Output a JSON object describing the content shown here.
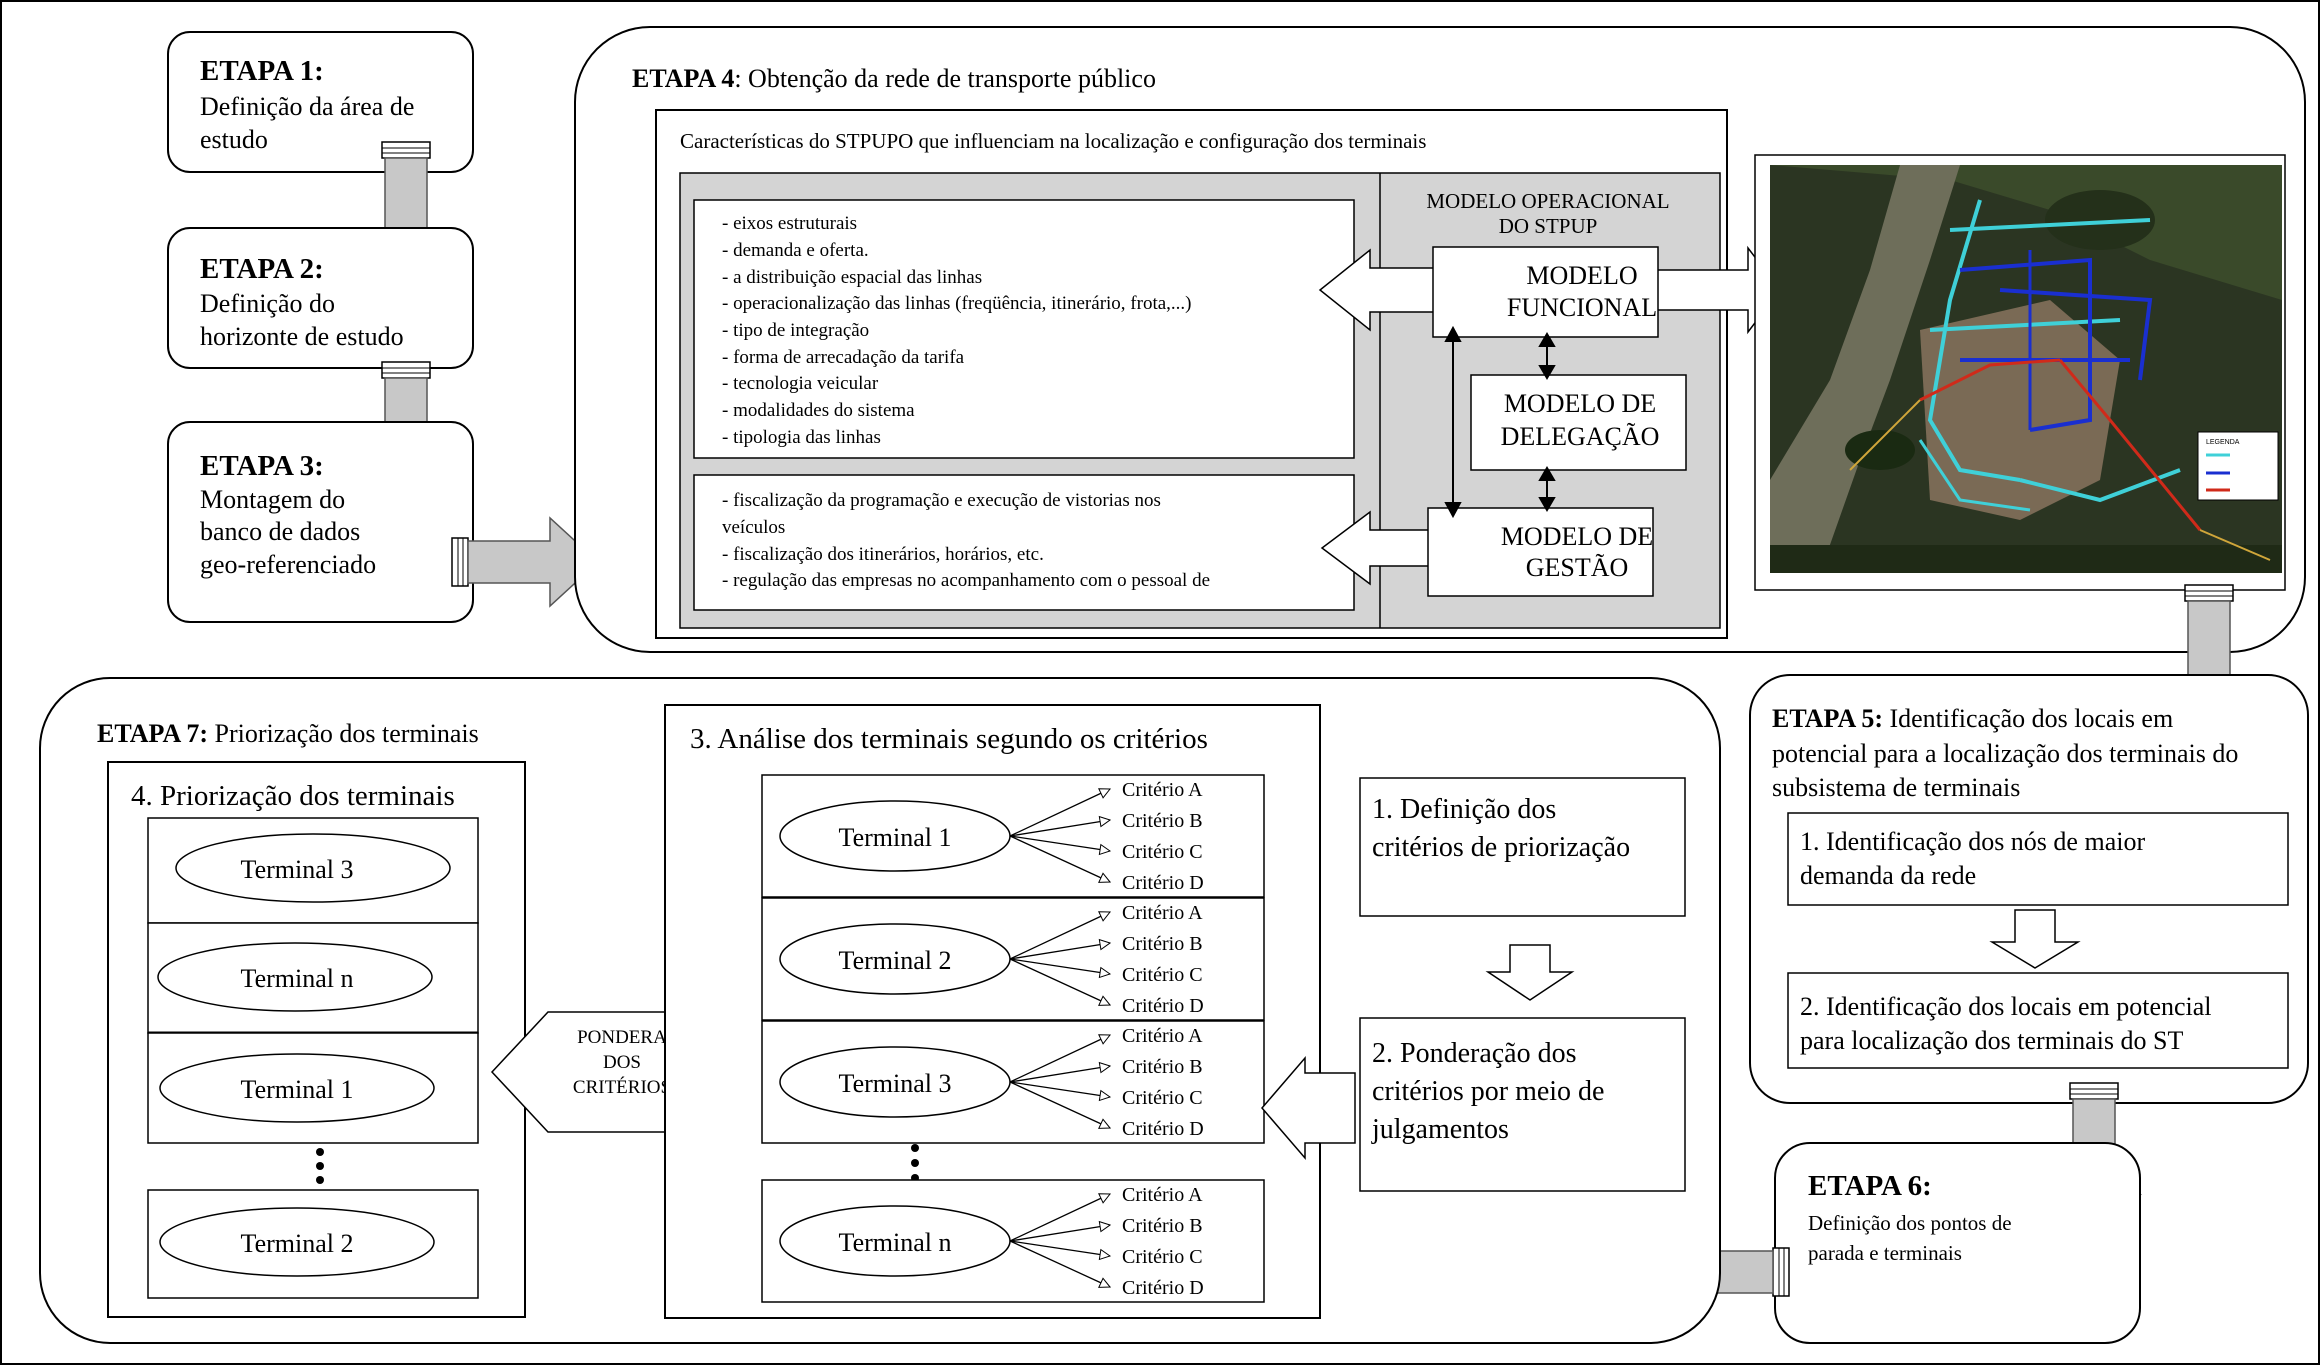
{
  "etapa1": {
    "title": "ETAPA 1:",
    "lines": [
      "Definição da área de",
      "estudo"
    ]
  },
  "etapa2": {
    "title": "ETAPA 2:",
    "lines": [
      "Definição do",
      "horizonte de estudo"
    ]
  },
  "etapa3": {
    "title": "ETAPA 3:",
    "lines": [
      "Montagem do",
      "banco de dados",
      "geo-referenciado"
    ]
  },
  "etapa4": {
    "title": "ETAPA 4",
    "subtitle": ": Obtenção da rede de transporte público",
    "inner_title": "Características do STPUPO que influenciam na localização e configuração dos terminais",
    "list1": [
      "- eixos estruturais",
      "- demanda e oferta.",
      "- a distribuição espacial das linhas",
      "- operacionalização das linhas (freqüência, itinerário, frota,...)",
      "- tipo de integração",
      "- forma de arrecadação da tarifa",
      "- tecnologia veicular",
      "- modalidades do sistema",
      "- tipologia das linhas"
    ],
    "list2": [
      "- fiscalização da programação e execução de vistorias nos",
      "veículos",
      "- fiscalização dos itinerários, horários, etc.",
      "- regulação das empresas no acompanhamento com o pessoal de"
    ],
    "modelo_title": [
      "MODELO OPERACIONAL",
      "DO STPUP"
    ],
    "funcional": [
      "MODELO",
      "FUNCIONAL"
    ],
    "delegacao": [
      "MODELO DE",
      "DELEGAÇÃO"
    ],
    "gestao": [
      "MODELO DE",
      "GESTÃO"
    ]
  },
  "map": {
    "legend_title": "LEGENDA",
    "legend_items": [
      "",
      "",
      ""
    ],
    "map_colors": [
      "#3fd0d8",
      "#1a2fd0",
      "#d02a1a",
      "#d0a63a"
    ]
  },
  "etapa5": {
    "title": "ETAPA 5:",
    "subtitle_lines": [
      " Identificação dos locais em",
      "potencial para a localização dos terminais do",
      "subsistema de terminais"
    ],
    "step1": [
      "1. Identificação dos nós de maior",
      "demanda da rede"
    ],
    "step2": [
      "2. Identificação dos locais em potencial",
      "para localização dos terminais do ST"
    ]
  },
  "etapa6": {
    "title": "ETAPA 6:",
    "lines": [
      "Definição dos  pontos de",
      "parada e terminais"
    ]
  },
  "etapa7": {
    "title": "ETAPA 7:",
    "subtitle": " Priorização dos terminais",
    "priorizacao_title": "4. Priorização dos terminais",
    "ranked": [
      "Terminal 3",
      "Terminal n",
      "Terminal 1",
      "Terminal 2"
    ],
    "ponderacao": [
      "PONDERAÇÃO",
      "DOS",
      "CRITÉRIOS"
    ],
    "analise_title": "3. Análise dos terminais segundo os critérios",
    "terminals": [
      "Terminal 1",
      "Terminal 2",
      "Terminal 3",
      "Terminal n"
    ],
    "criterios": [
      "Critério A",
      "Critério B",
      "Critério C",
      "Critério D"
    ],
    "def_criterios": [
      "1. Definição dos",
      "critérios de priorização"
    ],
    "pond_criterios": [
      "2. Ponderação dos",
      "critérios por meio de",
      "julgamentos"
    ]
  }
}
